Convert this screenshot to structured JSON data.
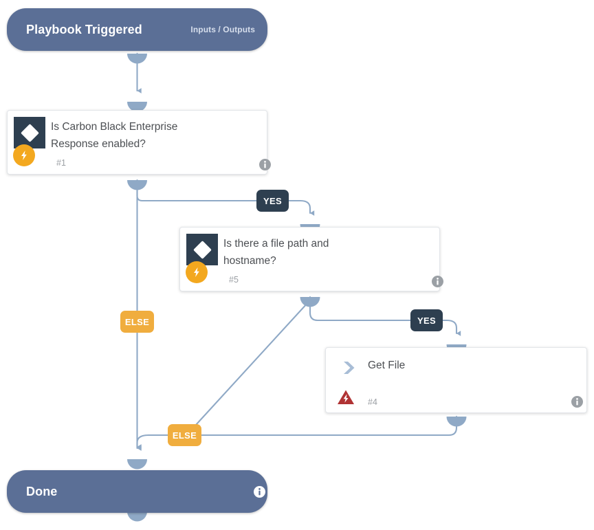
{
  "diagram": {
    "title": "Playbook workflow",
    "colors": {
      "background": "#ffffff",
      "terminal": "#5b6f96",
      "connector": "#8fa9c6",
      "decision_icon_bg": "#2e3f50",
      "automation_badge": "#f3a81f",
      "badge_yes": "#2e3f50",
      "badge_else": "#f0ad3e",
      "warning": "#b03334",
      "card_border": "#e2e5e9",
      "info_icon": "#9ba0a5"
    }
  },
  "start": {
    "label": "Playbook Triggered",
    "io_link": "Inputs / Outputs"
  },
  "end": {
    "label": "Done"
  },
  "nodes": [
    {
      "id": "1",
      "title": "Is Carbon Black Enterprise Response enabled?",
      "title_line1": "Is Carbon Black Enterprise",
      "title_line2": "Response enabled?",
      "number": "#1",
      "type": "decision",
      "icon": "diamond-icon",
      "badge_icon": "lightning-bolt-icon",
      "info": "info-icon"
    },
    {
      "id": "5",
      "title": "Is there a file path and hostname?",
      "title_line1": "Is there a file path and",
      "title_line2": "hostname?",
      "number": "#5",
      "type": "decision",
      "icon": "diamond-icon",
      "badge_icon": "lightning-bolt-icon",
      "info": "info-icon"
    },
    {
      "id": "4",
      "title": "Get File",
      "title_line1": "Get File",
      "title_line2": "",
      "number": "#4",
      "type": "action",
      "icon": "chevron-right-icon",
      "badge_icon": "warning-triangle-icon",
      "info": "info-icon"
    }
  ],
  "branches": [
    {
      "id": "b1",
      "label": "YES",
      "from": "1",
      "to": "5"
    },
    {
      "id": "b2",
      "label": "ELSE",
      "from": "1",
      "to": "done"
    },
    {
      "id": "b3",
      "label": "YES",
      "from": "5",
      "to": "4"
    },
    {
      "id": "b4",
      "label": "ELSE",
      "from": "5",
      "to": "done"
    }
  ]
}
